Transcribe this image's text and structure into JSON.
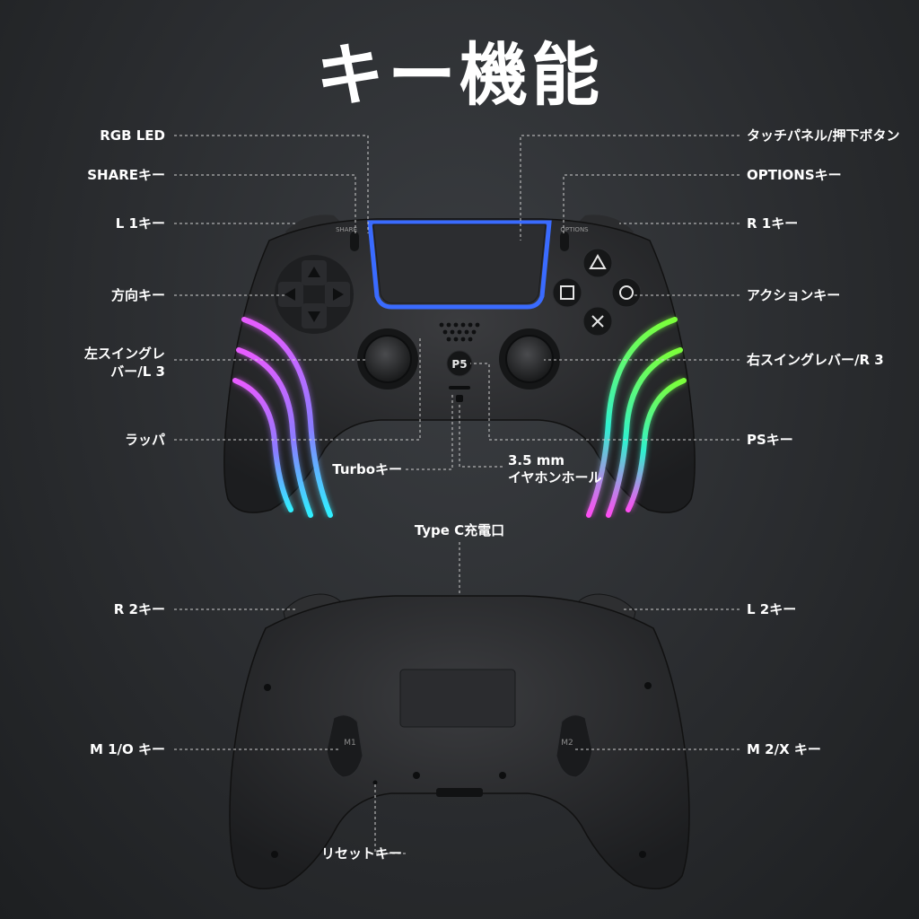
{
  "title": "キー機能",
  "front_labels_left": [
    {
      "id": "rgb-led",
      "text": "RGB LED"
    },
    {
      "id": "share",
      "text": "SHAREキー"
    },
    {
      "id": "l1",
      "text": "L 1キー"
    },
    {
      "id": "dpad",
      "text": "方向キー"
    },
    {
      "id": "left-stick",
      "line1": "左スイングレ",
      "line2": "バー/L 3"
    },
    {
      "id": "speaker",
      "text": "ラッパ"
    }
  ],
  "front_labels_right": [
    {
      "id": "touchpad",
      "text": "タッチパネル/押下ボタン"
    },
    {
      "id": "options",
      "text": "OPTIONSキー"
    },
    {
      "id": "r1",
      "text": "R 1キー"
    },
    {
      "id": "action",
      "text": "アクションキー"
    },
    {
      "id": "right-stick",
      "text": "右スイングレバー/R 3"
    },
    {
      "id": "ps",
      "text": "PSキー"
    }
  ],
  "front_labels_bottom": {
    "turbo": "Turboキー",
    "jack_line1": "3.5 mm",
    "jack_line2": "イヤホンホール"
  },
  "back_labels": {
    "typec": "Type C充電口",
    "r2": "R 2キー",
    "l2": "L 2キー",
    "m1": "M 1/O キー",
    "m2": "M 2/X キー",
    "reset": "リセットキー"
  },
  "controller_text": {
    "share": "SHARE",
    "options": "OPTIONS",
    "ps": "P5",
    "m1": "M1",
    "m2": "M2"
  },
  "colors": {
    "left_glow_top": "#e85cff",
    "left_glow_bottom": "#30f0ff",
    "right_glow_top": "#7cff3a",
    "right_glow_bottom": "#ff4df2",
    "touchpad_led": "#3a6bff"
  }
}
